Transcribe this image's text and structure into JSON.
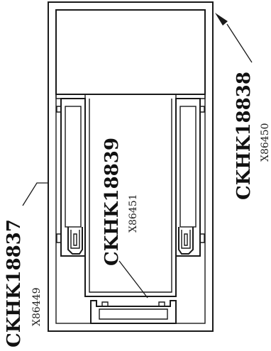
{
  "parts": [
    {
      "code": "CKHK18837",
      "ref": "X86449"
    },
    {
      "code": "CKHK18839",
      "ref": "X86451"
    },
    {
      "code": "CKHK18838",
      "ref": "X86450"
    }
  ],
  "colors": {
    "line": "#1a1a1a",
    "background": "#ffffff"
  }
}
